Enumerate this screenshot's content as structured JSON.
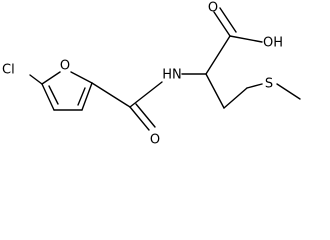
{
  "atoms": {
    "chlorine": "Cl",
    "furan_oxygen": "O",
    "amide_nitrogen": "HN",
    "amide_oxygen": "O",
    "carbonyl_oxygen": "O",
    "hydroxyl": "OH",
    "sulfur": "S"
  }
}
